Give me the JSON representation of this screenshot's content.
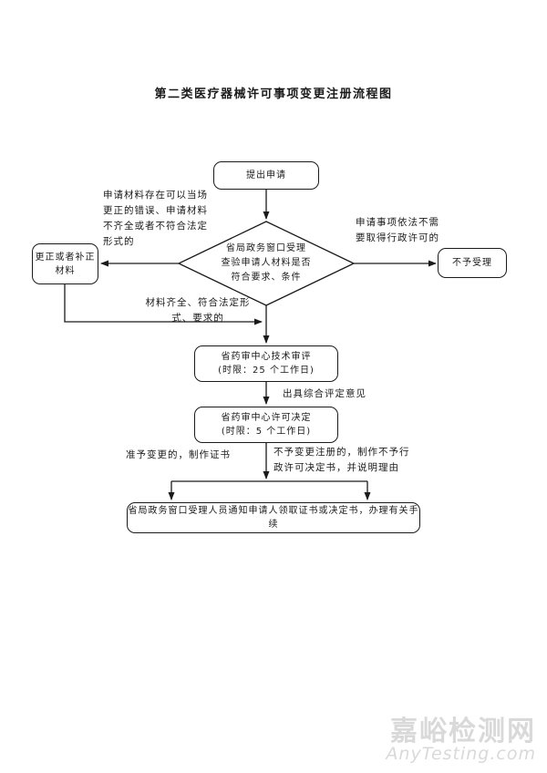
{
  "page": {
    "title": "第二类医疗器械许可事项变更注册流程图"
  },
  "flowchart": {
    "nodes": {
      "start": {
        "label": "提出申请"
      },
      "decision": {
        "lines": [
          "省局政务窗口受理",
          "查验申请人材料是否",
          "符合要求、条件"
        ]
      },
      "correct": {
        "lines": [
          "更正或者补正",
          "材料"
        ]
      },
      "reject": {
        "label": "不予受理"
      },
      "review": {
        "lines": [
          "省药审中心技术审评",
          "(时限：25 个工作日)"
        ]
      },
      "decide": {
        "lines": [
          "省药审中心许可决定",
          "(时限：5 个工作日)"
        ]
      },
      "notify": {
        "label": "省局政务窗口受理人员通知申请人领取证书或决定书，办理有关手续"
      }
    },
    "annotations": {
      "left_condition": {
        "lines": [
          "申请材料存在可以当场",
          "更正的错误、申请材料",
          "不齐全或者不符合法定",
          "形式的"
        ]
      },
      "right_condition": {
        "lines": [
          "申请事项依法不需",
          "要取得行政许可的"
        ]
      },
      "pass_condition": {
        "lines": [
          "材料齐全、符合法定形",
          "式、要求的"
        ]
      },
      "review_output": {
        "label": "出具综合评定意见"
      },
      "approve_label": {
        "label": "准予变更的，制作证书"
      },
      "deny_label": {
        "lines": [
          "不予变更注册的，制作不予行",
          "政许可决定书，并说明理由"
        ]
      }
    },
    "colors": {
      "line": "#1a1a1a",
      "watermark": "#d9d9d9"
    }
  },
  "watermark": {
    "name": "嘉峪检测网",
    "url_text": "AnyTesting.com"
  }
}
